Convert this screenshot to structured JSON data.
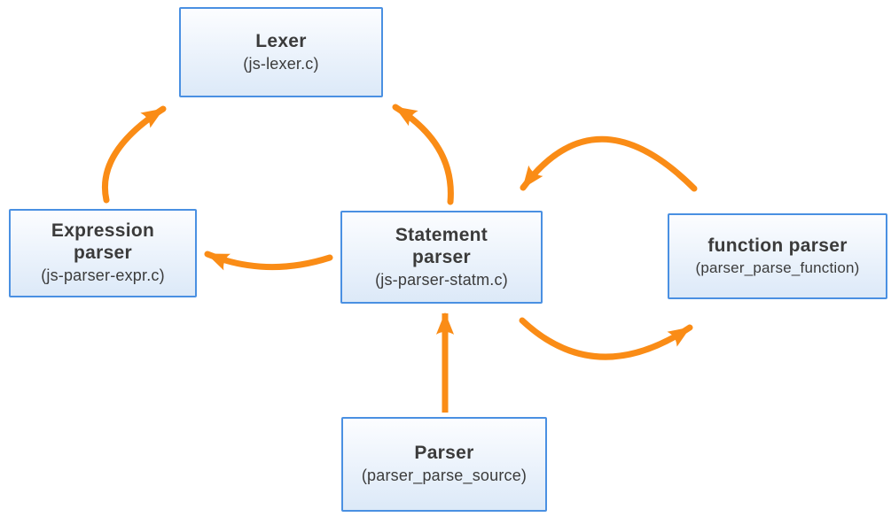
{
  "diagram": {
    "nodes": {
      "lexer": {
        "title": "Lexer",
        "subtitle": "(js-lexer.c)"
      },
      "expression_parser": {
        "title": "Expression\nparser",
        "subtitle": "(js-parser-expr.c)"
      },
      "statement_parser": {
        "title": "Statement\nparser",
        "subtitle": "(js-parser-statm.c)"
      },
      "function_parser": {
        "title": "function parser",
        "subtitle": "(parser_parse_function)"
      },
      "parser": {
        "title": "Parser",
        "subtitle": "(parser_parse_source)"
      }
    },
    "edges": [
      {
        "from": "expression-parser",
        "to": "lexer"
      },
      {
        "from": "statement-parser",
        "to": "lexer"
      },
      {
        "from": "statement-parser",
        "to": "expression-parser"
      },
      {
        "from": "function-parser",
        "to": "statement-parser"
      },
      {
        "from": "statement-parser",
        "to": "function-parser"
      },
      {
        "from": "parser",
        "to": "statement-parser"
      }
    ],
    "colors": {
      "arrow": "#FA8C16",
      "box_border": "#4A90E2",
      "box_fill_top": "#FCFDFF",
      "box_fill_bottom": "#DCE9F8",
      "text": "#3B3B3B"
    }
  }
}
